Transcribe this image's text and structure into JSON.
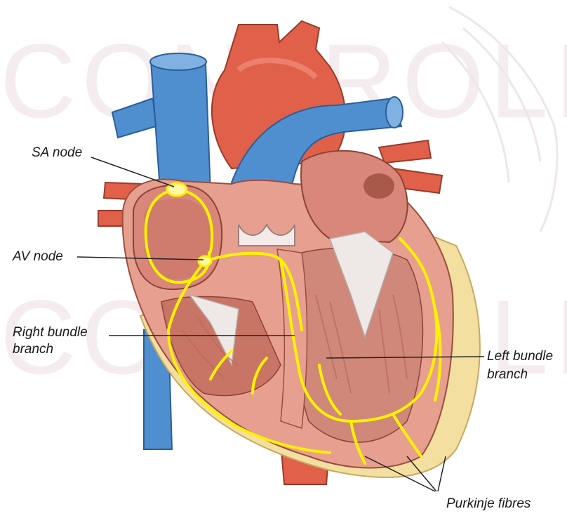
{
  "watermark": {
    "text": "CONTROLI"
  },
  "labels": {
    "sa_node": "SA node",
    "av_node": "AV node",
    "right_bundle_line1": "Right bundle",
    "right_bundle_line2": "branch",
    "left_bundle_line1": "Left bundle",
    "left_bundle_line2": "branch",
    "purkinje": "Purkinje fibres"
  },
  "colors": {
    "conduction": "#fff200",
    "vein": "#4f8fd0",
    "artery": "#e0604a",
    "myocardium": "#e7a08f",
    "chamber_wall": "#f2c6b8",
    "fat": "#f3dfa0"
  }
}
